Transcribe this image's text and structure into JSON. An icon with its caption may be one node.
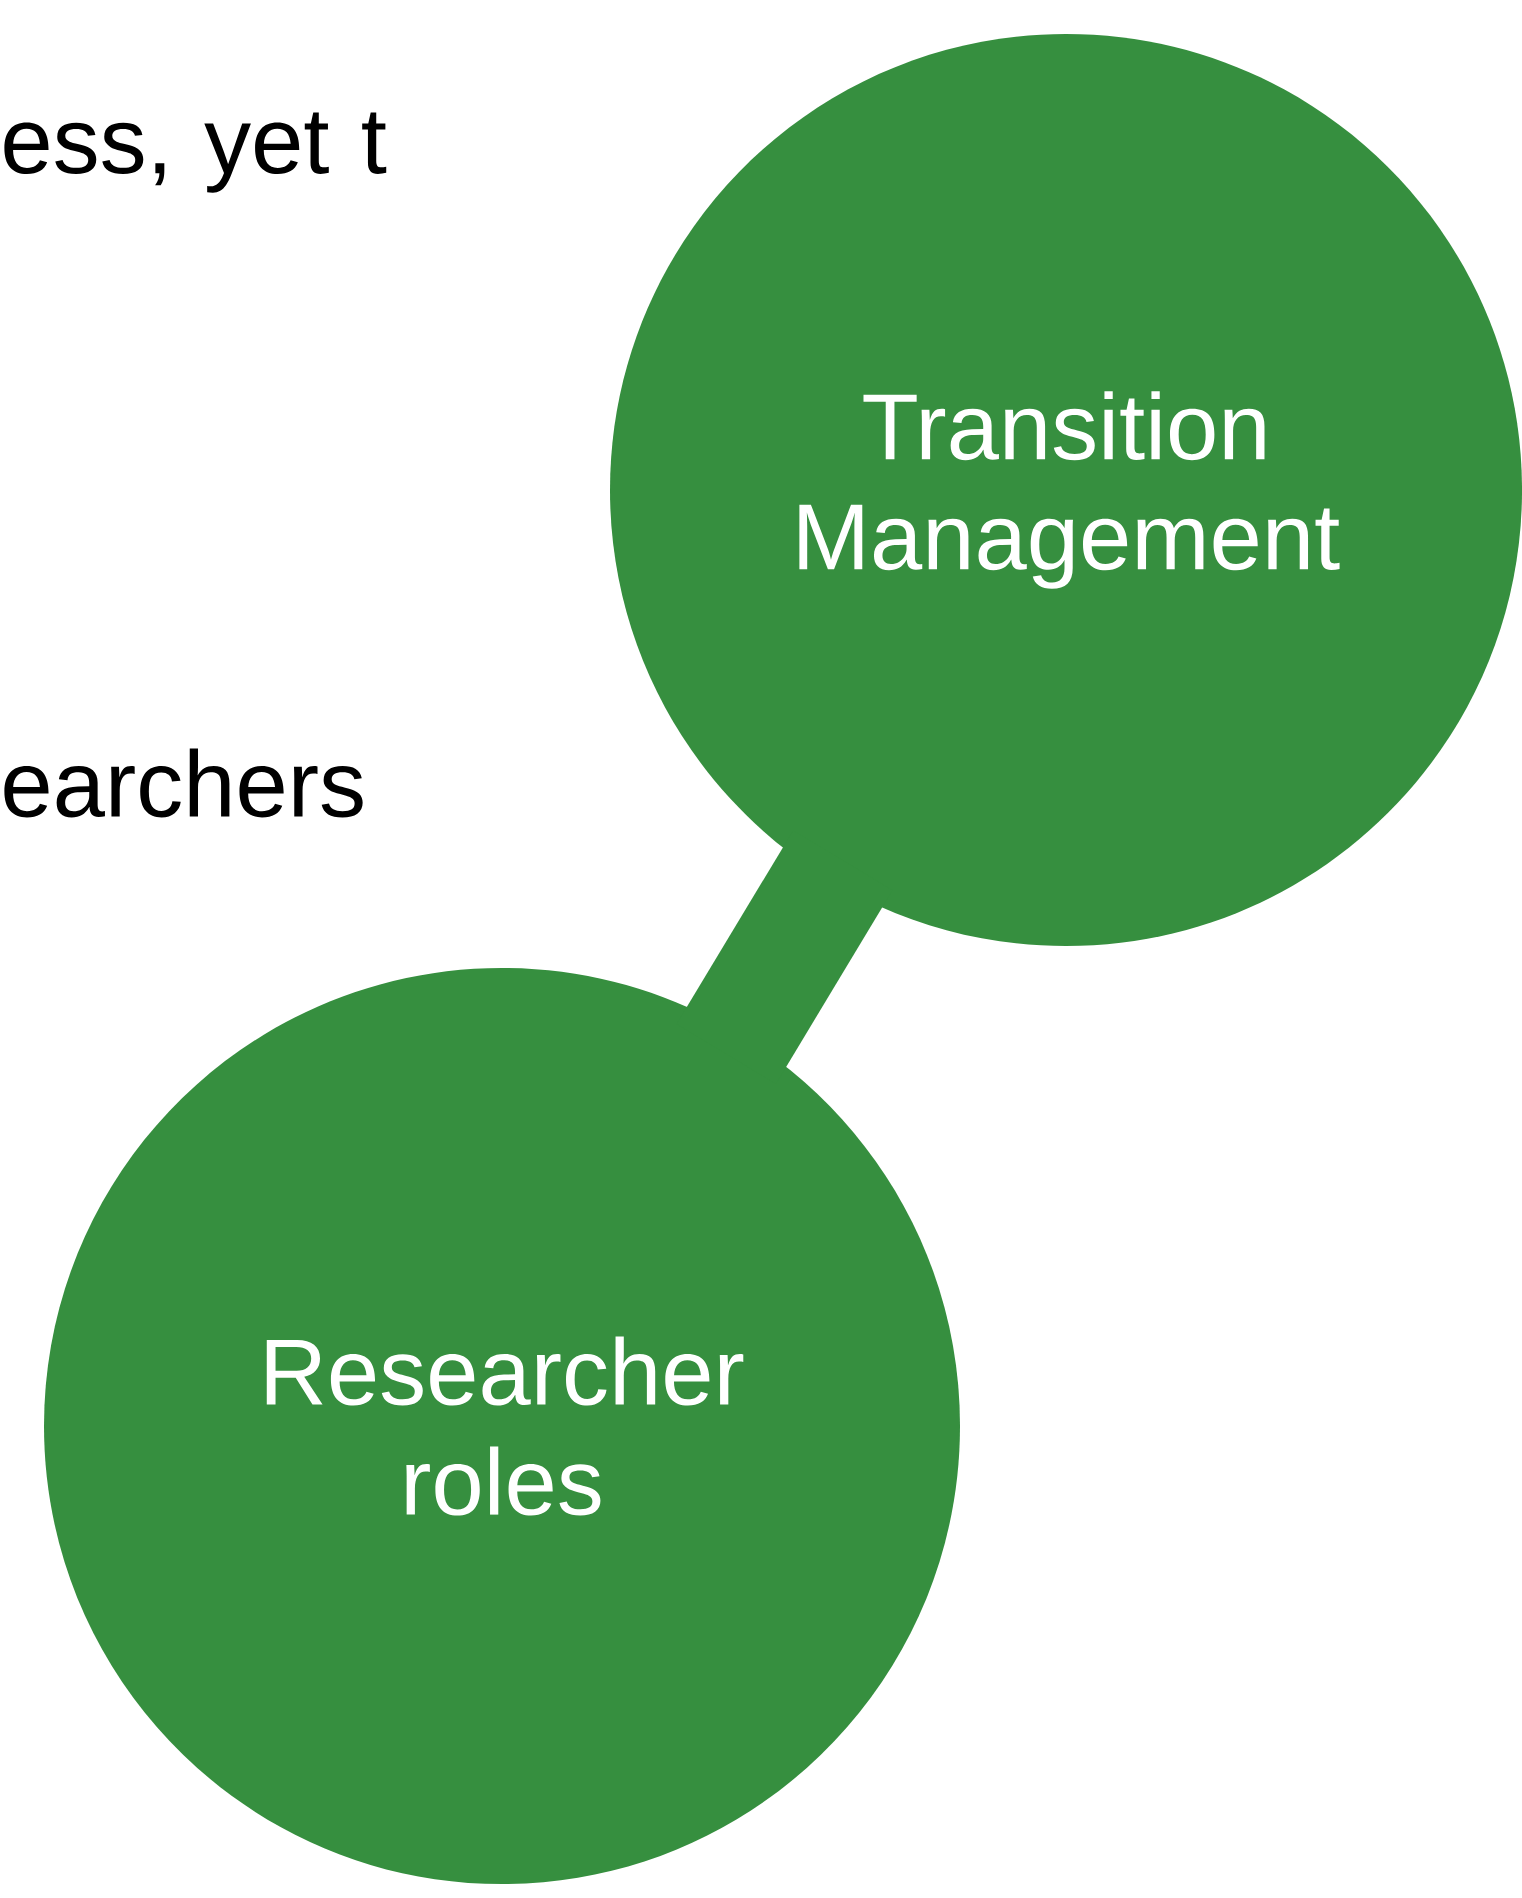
{
  "diagram": {
    "nodes": [
      {
        "text": [
          "Transition Management"
        ]
      },
      {
        "text": [
          "Researcher roles"
        ]
      }
    ],
    "edges": [
      {
        "from": 1,
        "to": 0,
        "arrow": "none"
      }
    ],
    "labels": [
      "ess, yet t",
      "earchers"
    ]
  }
}
